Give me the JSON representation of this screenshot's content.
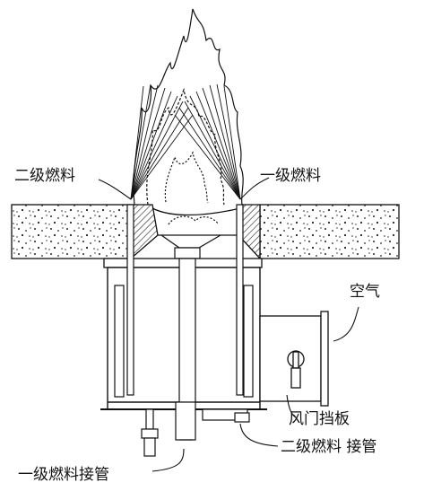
{
  "labels": {
    "secondary_fuel_left": "二级燃料",
    "primary_fuel_right": "一级燃料",
    "air": "空气",
    "damper": "风门挡板",
    "secondary_fuel_pipe": "二级燃料 接管",
    "primary_fuel_pipe": "一级燃料接管"
  },
  "colors": {
    "line": "#111111",
    "background": "#ffffff"
  }
}
